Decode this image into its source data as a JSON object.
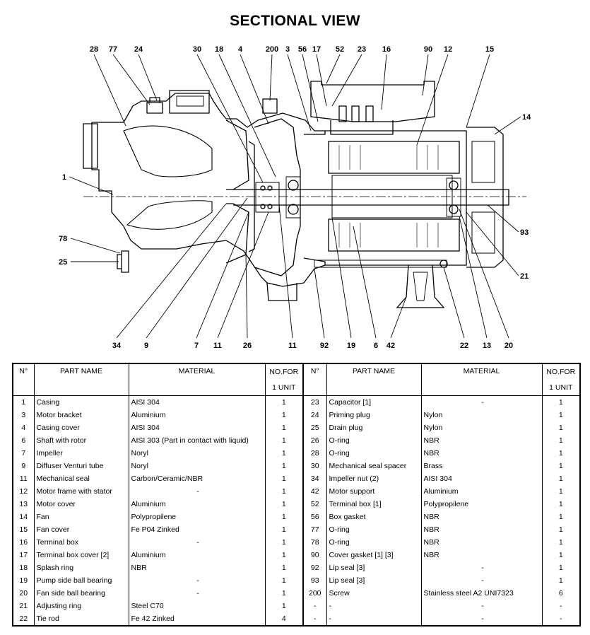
{
  "title": "SECTIONAL VIEW",
  "diagram": {
    "callouts_top": [
      "28",
      "77",
      "24",
      "30",
      "18",
      "4",
      "200",
      "3",
      "56",
      "17",
      "52",
      "23",
      "16",
      "90",
      "12",
      "15"
    ],
    "callouts_right": [
      "14",
      "93",
      "21"
    ],
    "callouts_left": [
      "1",
      "78",
      "25"
    ],
    "callouts_bottom": [
      "34",
      "9",
      "7",
      "11",
      "26",
      "11",
      "92",
      "19",
      "6",
      "42",
      "22",
      "13",
      "20"
    ]
  },
  "table": {
    "headers": {
      "no": "N°",
      "part_name": "PART NAME",
      "material": "MATERIAL",
      "qty_line1": "NO.FOR",
      "qty_line2": "1 UNIT"
    },
    "rows": [
      {
        "l": {
          "no": "1",
          "name": "Casing",
          "material": "AISI 304",
          "qty": "1"
        },
        "r": {
          "no": "23",
          "name": "Capacitor  [1]",
          "material": "-",
          "qty": "1"
        }
      },
      {
        "l": {
          "no": "3",
          "name": "Motor bracket",
          "material": "Aluminium",
          "qty": "1"
        },
        "r": {
          "no": "24",
          "name": "Priming plug",
          "material": "Nylon",
          "qty": "1"
        }
      },
      {
        "l": {
          "no": "4",
          "name": "Casing cover",
          "material": "AISI 304",
          "qty": "1"
        },
        "r": {
          "no": "25",
          "name": "Drain plug",
          "material": "Nylon",
          "qty": "1"
        }
      },
      {
        "l": {
          "no": "6",
          "name": "Shaft with rotor",
          "material": "AISI 303 (Part in contact with liquid)",
          "qty": "1"
        },
        "r": {
          "no": "26",
          "name": "O-ring",
          "material": "NBR",
          "qty": "1"
        }
      },
      {
        "l": {
          "no": "7",
          "name": "Impeller",
          "material": "Noryl",
          "qty": "1"
        },
        "r": {
          "no": "28",
          "name": "O-ring",
          "material": "NBR",
          "qty": "1"
        }
      },
      {
        "l": {
          "no": "9",
          "name": "Diffuser Venturi tube",
          "material": "Noryl",
          "qty": "1"
        },
        "r": {
          "no": "30",
          "name": "Mechanical seal spacer",
          "material": "Brass",
          "qty": "1"
        }
      },
      {
        "l": {
          "no": "11",
          "name": "Mechanical seal",
          "material": "Carbon/Ceramic/NBR",
          "qty": "1"
        },
        "r": {
          "no": "34",
          "name": "Impeller nut (2)",
          "material": "AISI 304",
          "qty": "1"
        }
      },
      {
        "l": {
          "no": "12",
          "name": "Motor frame with stator",
          "material": "-",
          "qty": "1"
        },
        "r": {
          "no": "42",
          "name": "Motor support",
          "material": "Aluminium",
          "qty": "1"
        }
      },
      {
        "l": {
          "no": "13",
          "name": "Motor cover",
          "material": "Aluminium",
          "qty": "1"
        },
        "r": {
          "no": "52",
          "name": "Terminal box    [1]",
          "material": "Polypropilene",
          "qty": "1"
        }
      },
      {
        "l": {
          "no": "14",
          "name": "Fan",
          "material": "Polypropilene",
          "qty": "1"
        },
        "r": {
          "no": "56",
          "name": "Box gasket",
          "material": "NBR",
          "qty": "1"
        }
      },
      {
        "l": {
          "no": "15",
          "name": "Fan cover",
          "material": "Fe P04 Zinked",
          "qty": "1"
        },
        "r": {
          "no": "77",
          "name": "O-ring",
          "material": "NBR",
          "qty": "1"
        }
      },
      {
        "l": {
          "no": "16",
          "name": "Terminal box",
          "material": "-",
          "qty": "1"
        },
        "r": {
          "no": "78",
          "name": "O-ring",
          "material": "NBR",
          "qty": "1"
        }
      },
      {
        "l": {
          "no": "17",
          "name": "Terminal box cover [2]",
          "material": "Aluminium",
          "qty": "1"
        },
        "r": {
          "no": "90",
          "name": "Cover gasket   [1] [3]",
          "material": "NBR",
          "qty": "1"
        }
      },
      {
        "l": {
          "no": "18",
          "name": "Splash ring",
          "material": "NBR",
          "qty": "1"
        },
        "r": {
          "no": "92",
          "name": "Lip seal  [3]",
          "material": "-",
          "qty": "1"
        }
      },
      {
        "l": {
          "no": "19",
          "name": "Pump side ball bearing",
          "material": "-",
          "qty": "1"
        },
        "r": {
          "no": "93",
          "name": "Lip seal  [3]",
          "material": "-",
          "qty": "1"
        }
      },
      {
        "l": {
          "no": "20",
          "name": "Fan side ball bearing",
          "material": "-",
          "qty": "1"
        },
        "r": {
          "no": "200",
          "name": "Screw",
          "material": "Stainless steel A2 UNI7323",
          "qty": "6"
        }
      },
      {
        "l": {
          "no": "21",
          "name": "Adjusting ring",
          "material": "Steel C70",
          "qty": "1"
        },
        "r": {
          "no": "-",
          "name": "-",
          "material": "-",
          "qty": "-"
        }
      },
      {
        "l": {
          "no": "22",
          "name": "Tie rod",
          "material": "Fe 42 Zinked",
          "qty": "4"
        },
        "r": {
          "no": "-",
          "name": "-",
          "material": "-",
          "qty": "-"
        }
      }
    ]
  }
}
